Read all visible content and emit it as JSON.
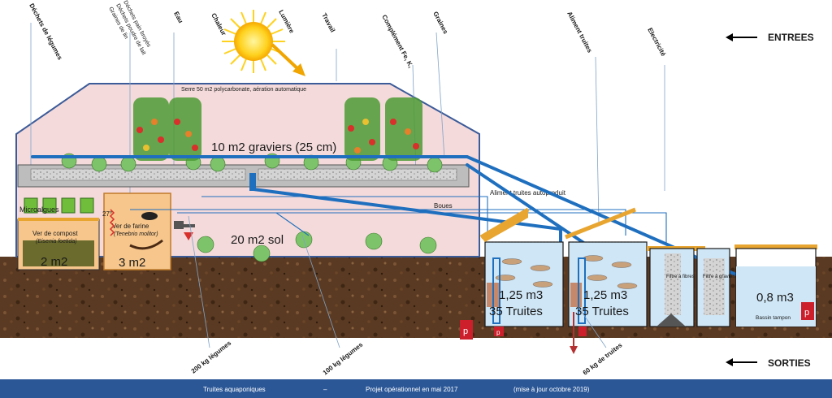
{
  "colors": {
    "soil": "#5a3a22",
    "greenhouse": "#f4dada",
    "water": "#cfe6f6",
    "pipe": "#1f6fbf",
    "roof": "#e8a530",
    "footer": "#2b5797",
    "pump": "#cc1f2b"
  },
  "legend": {
    "inputs": "ENTREES",
    "outputs": "SORTIES"
  },
  "inputs": {
    "dechets_legumes": "Déchets de légumes",
    "dechets_pain": "Déchets pain broyés",
    "dechets_poudre_lait": "Déchets poudre de lait",
    "graines_lin": "Graines de lin",
    "eau": "Eau",
    "chaleur": "Chaleur",
    "lumiere": "Lumière",
    "travail": "Travail",
    "complement": "Complément Fe, K,",
    "graines": "Graines",
    "aliment_truites": "Aliment truites",
    "electricite": "Electricité"
  },
  "greenhouse": {
    "title": "Serre 50 m2 polycarbonate, aération automatique",
    "graviers": "10 m2 graviers (25 cm)",
    "sol": "20 m2 sol",
    "microalgues": "Microalgues",
    "ver_compost": "Ver de compost",
    "ver_compost_latin": "(Eisenia foetida)",
    "compost_area": "2 m2",
    "ver_farine": "Ver de farine",
    "ver_farine_latin": "(Tenebrio molitor)",
    "farine_area": "3 m2",
    "temperature": "27°"
  },
  "flows": {
    "aliment_autoproduit": "Aliment truites autoproduit",
    "boues": "Boues"
  },
  "tanks": {
    "tank1_volume": "1,25 m3",
    "tank1_fish": "35 Truites",
    "tank2_volume": "1,25 m3",
    "tank2_fish": "35 Truites",
    "filtre_fibres": "Filtre à fibres",
    "filtre_graviers": "Filtre à graviers fins",
    "tampon_volume": "0,8 m3",
    "tampon_label": "Bassin tampon",
    "pump_letter": "p"
  },
  "outputs": {
    "legumes_200": "200 kg légumes",
    "legumes_100": "100 kg légumes",
    "truites_60": "60 kg de truites"
  },
  "footer": {
    "title": "Truites aquaponiques",
    "dash": "–",
    "project": "Projet opérationnel en mai 2017",
    "update": "(mise à jour octobre 2019)"
  }
}
